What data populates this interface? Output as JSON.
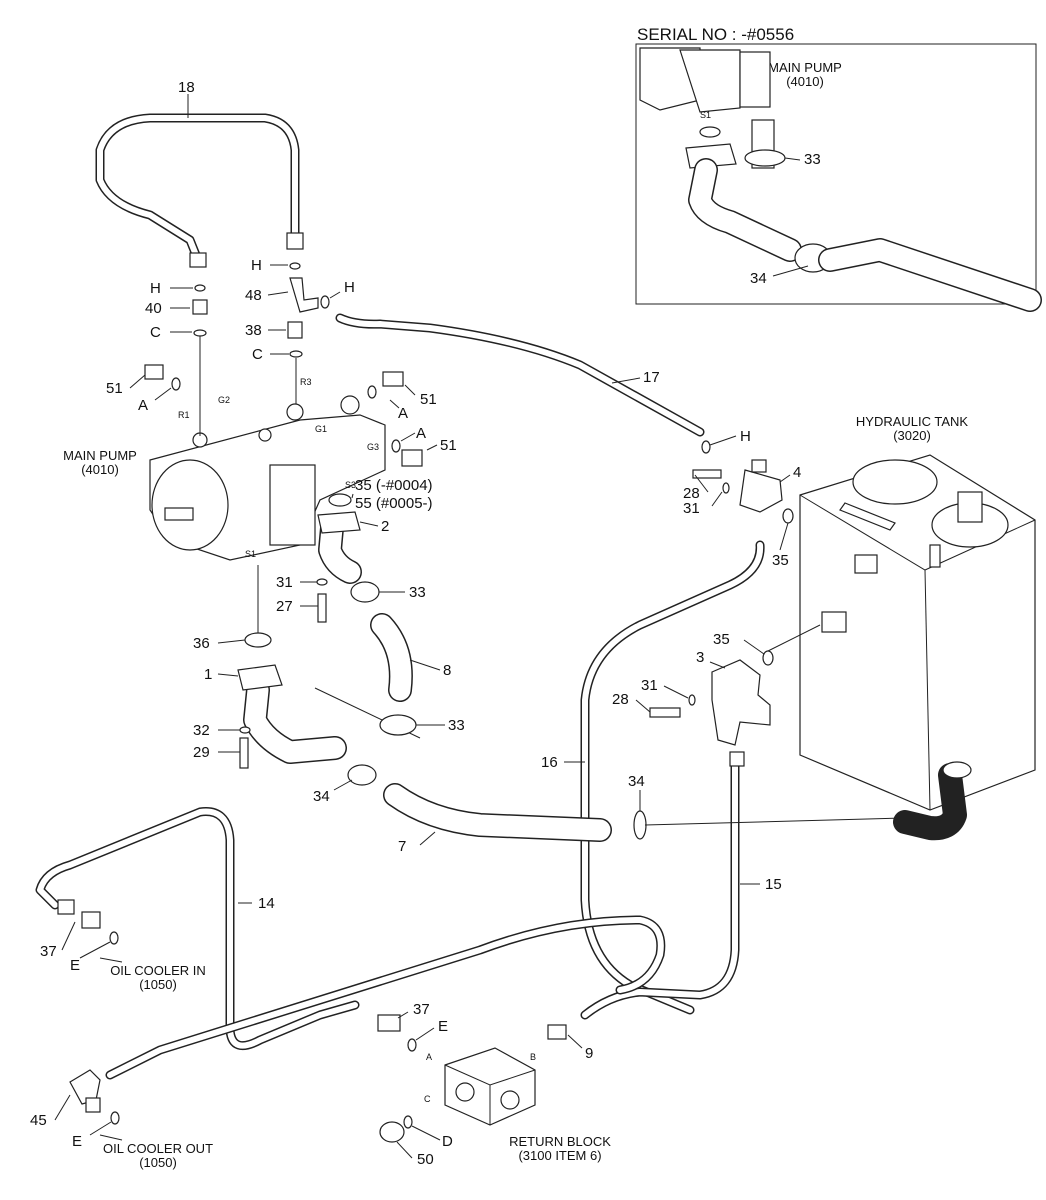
{
  "inset": {
    "serial": "SERIAL NO : -#0556",
    "title": "MAIN PUMP",
    "code": "(4010)",
    "port": "S1",
    "callouts": [
      "33",
      "34"
    ]
  },
  "assemblies": {
    "main_pump": {
      "title": "MAIN PUMP",
      "code": "(4010)"
    },
    "hydraulic_tank": {
      "title": "HYDRAULIC TANK",
      "code": "(3020)"
    },
    "oil_cooler_in": {
      "title": "OIL COOLER IN",
      "code": "(1050)"
    },
    "oil_cooler_out": {
      "title": "OIL COOLER OUT",
      "code": "(1050)"
    },
    "return_block": {
      "title": "RETURN BLOCK",
      "code": "(3100 ITEM 6)"
    }
  },
  "pump_ports": [
    "R1",
    "G2",
    "R3",
    "G1",
    "G3",
    "S3",
    "S1"
  ],
  "block_ports": [
    "A",
    "B",
    "C"
  ],
  "callouts": {
    "c18": "18",
    "cH1": "H",
    "c40": "40",
    "cC1": "C",
    "c51a": "51",
    "cA1": "A",
    "cH2": "H",
    "c48": "48",
    "cH3": "H",
    "c38": "38",
    "cC2": "C",
    "c51b": "51",
    "cA2": "A",
    "cA3": "A",
    "c51c": "51",
    "c35a": "35 (-#0004)",
    "c55": "55 (#0005-)",
    "c2": "2",
    "c31a": "31",
    "c33a": "33",
    "c27": "27",
    "c36": "36",
    "c8": "8",
    "c1": "1",
    "c33b": "33",
    "c32": "32",
    "c29": "29",
    "c34a": "34",
    "c7": "7",
    "c17": "17",
    "cH4": "H",
    "c28a": "28",
    "c4": "4",
    "c31b": "31",
    "c35b": "35",
    "c35c": "35",
    "c3": "3",
    "c31c": "31",
    "c28b": "28",
    "c16": "16",
    "c34b": "34",
    "c15": "15",
    "c14": "14",
    "c37a": "37",
    "cE1": "E",
    "c45": "45",
    "cE2": "E",
    "c37b": "37",
    "cE3": "E",
    "c9": "9",
    "cD": "D",
    "c50": "50"
  }
}
